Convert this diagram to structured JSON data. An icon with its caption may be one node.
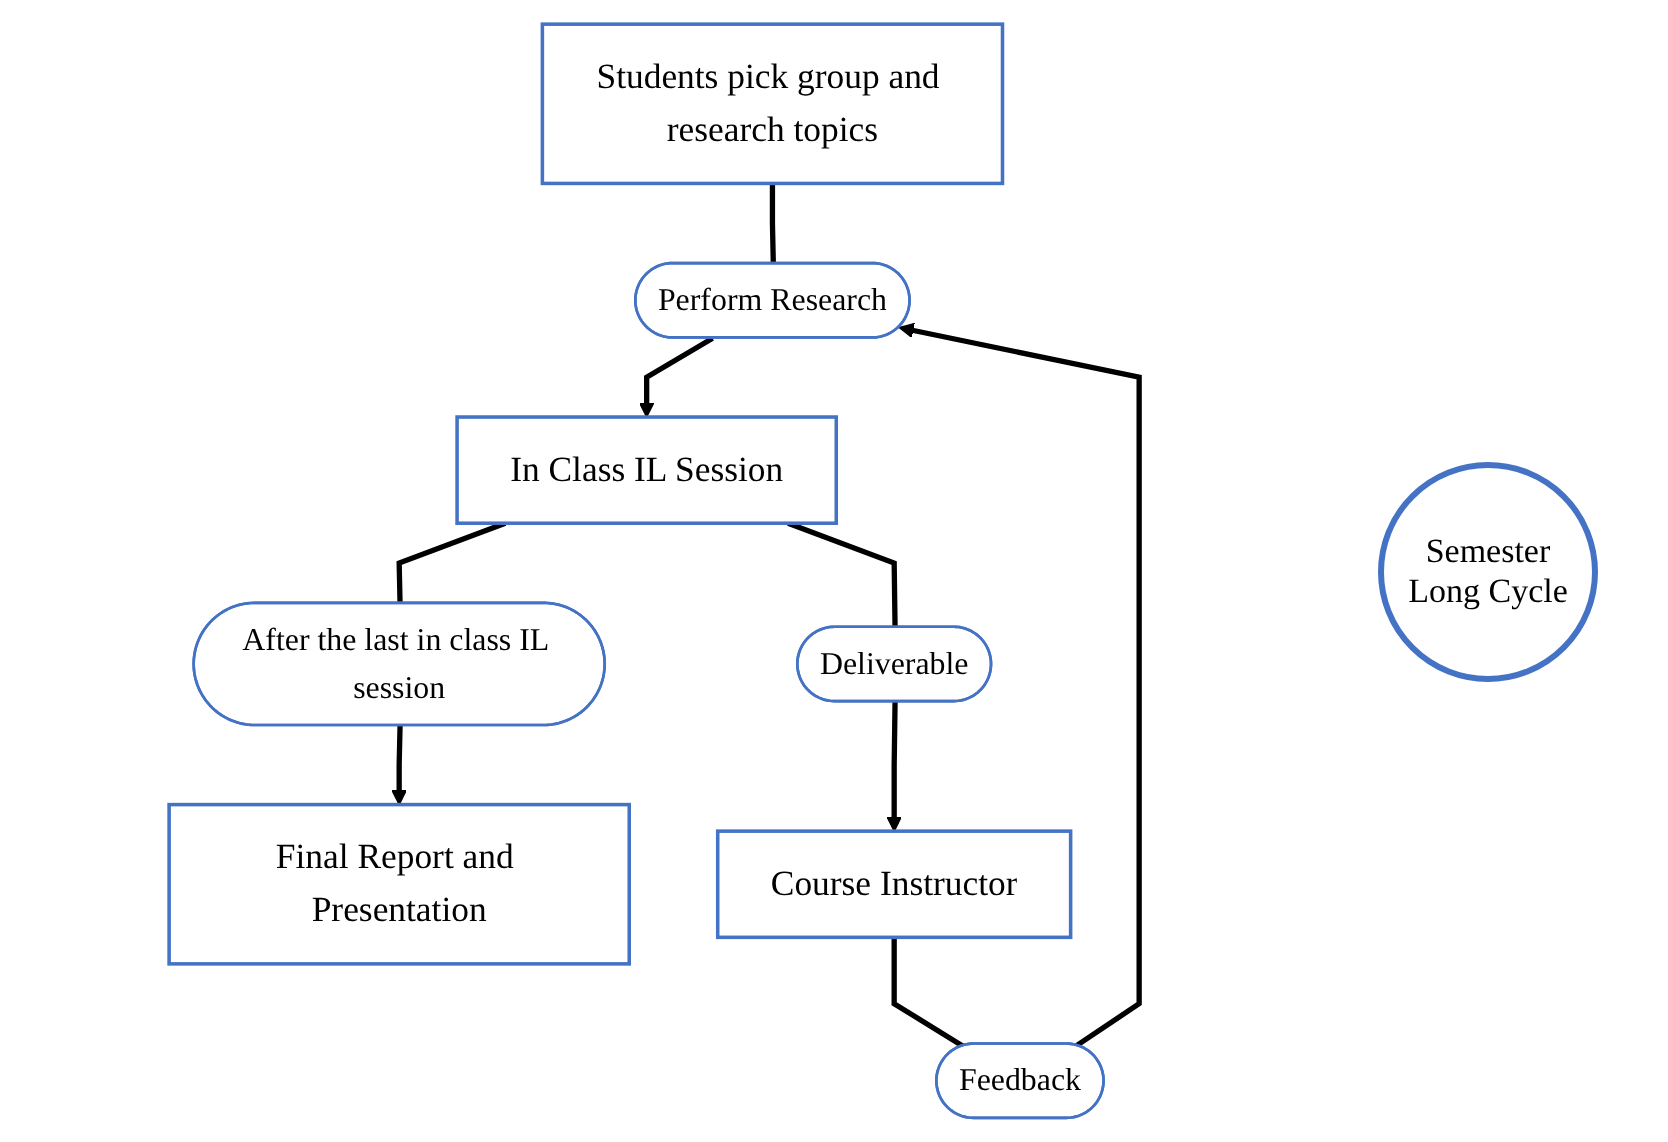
{
  "diagram": {
    "nodes": [
      {
        "text": [
          "Students pick group and research topics"
        ]
      },
      {
        "text": [
          "Perform Research"
        ]
      },
      {
        "text": [
          "In Class IL Session"
        ]
      },
      {
        "text": [
          "After the last in class IL session"
        ]
      },
      {
        "text": [
          "Final Report and Presentation"
        ]
      },
      {
        "text": [
          "Deliverable"
        ]
      },
      {
        "text": [
          "Course Instructor"
        ]
      },
      {
        "text": [
          "Feedback"
        ]
      }
    ],
    "edges": [
      {
        "from": 0,
        "to": 1,
        "arrow": "none"
      },
      {
        "from": 1,
        "to": 2,
        "arrow": "to"
      },
      {
        "from": 2,
        "to": 3,
        "arrow": "none"
      },
      {
        "from": 3,
        "to": 4,
        "arrow": "to"
      },
      {
        "from": 2,
        "to": 5,
        "arrow": "none"
      },
      {
        "from": 5,
        "to": 6,
        "arrow": "to"
      },
      {
        "from": 6,
        "to": 7,
        "arrow": "none"
      },
      {
        "from": 7,
        "to": 1,
        "arrow": "to"
      }
    ],
    "labels": [
      "Semester Long Cycle"
    ]
  }
}
